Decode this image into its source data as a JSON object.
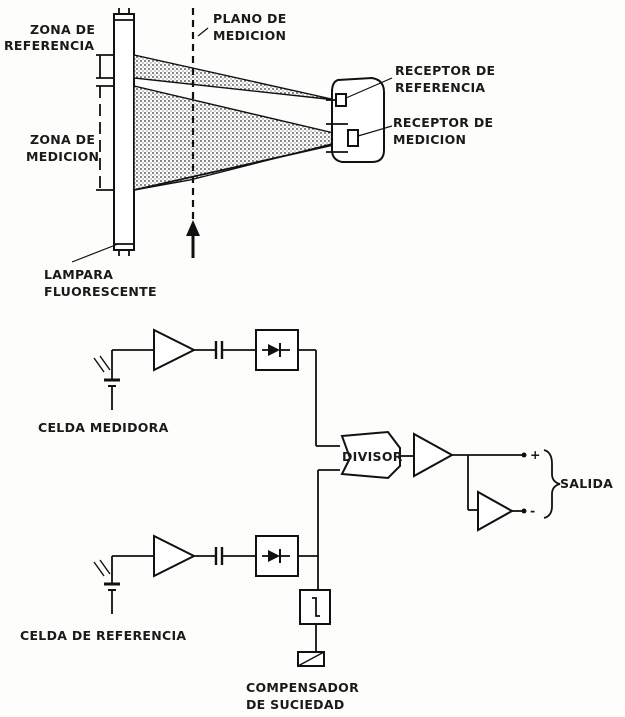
{
  "top": {
    "zona_referencia": [
      "ZONA DE",
      "REFERENCIA"
    ],
    "zona_medicion": [
      "ZONA DE",
      "MEDICION"
    ],
    "plano_medicion": [
      "PLANO DE",
      "MEDICION"
    ],
    "receptor_referencia": [
      "RECEPTOR DE",
      "REFERENCIA"
    ],
    "receptor_medicion": [
      "RECEPTOR DE",
      "MEDICION"
    ],
    "lampara": [
      "LAMPARA",
      "FLUORESCENTE"
    ]
  },
  "circuit": {
    "celda_medidora": "CELDA MEDIDORA",
    "celda_referencia": "CELDA DE REFERENCIA",
    "divisor": "DIVISOR",
    "salida": "SALIDA",
    "plus": "+",
    "minus": "-",
    "compensador": [
      "COMPENSADOR",
      "DE SUCIEDAD"
    ]
  },
  "colors": {
    "ink": "#111111",
    "paper": "#fdfdfb"
  }
}
